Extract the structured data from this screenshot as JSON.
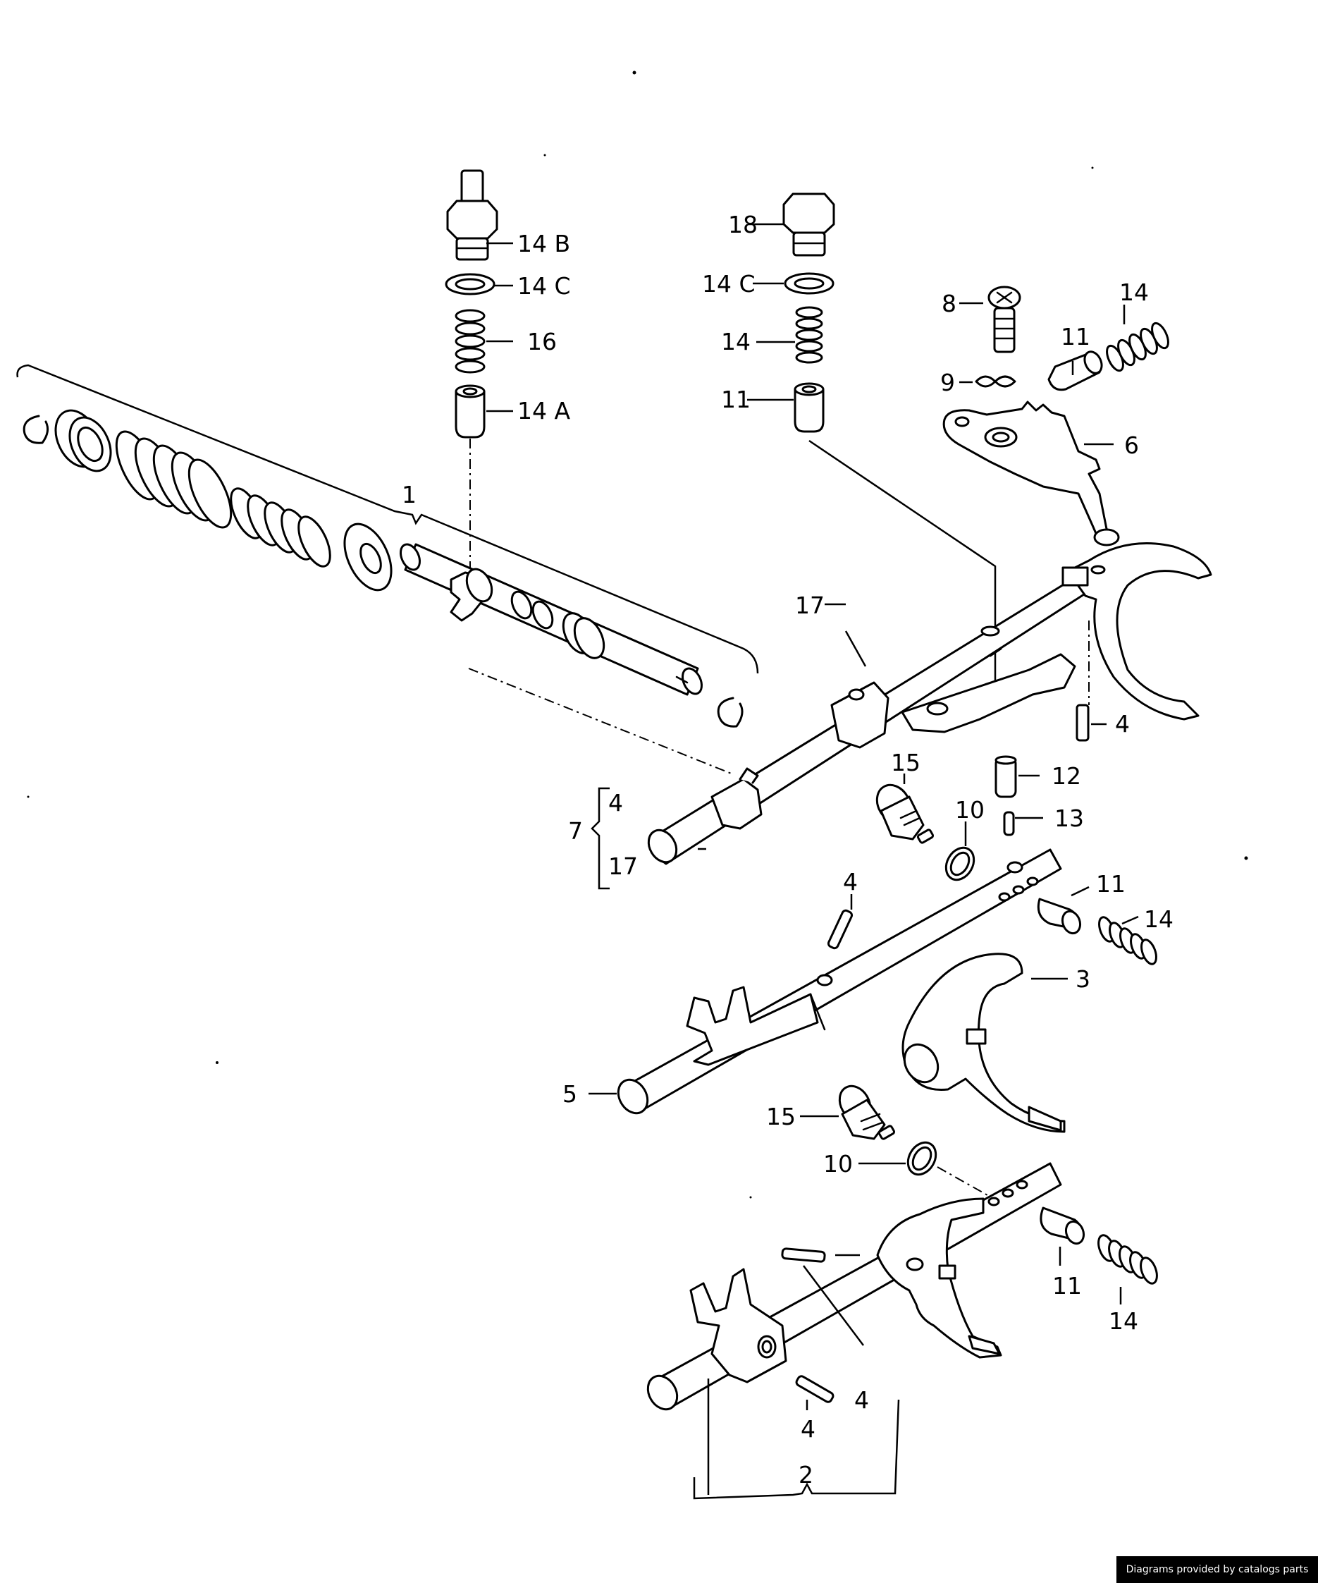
{
  "callouts": {
    "c1": "1",
    "c2": "2",
    "c3": "3",
    "c4a": "4",
    "c4b": "4",
    "c4c": "4",
    "c4d": "4",
    "c4e": "4",
    "c5": "5",
    "c6": "6",
    "c7": "7",
    "c8": "8",
    "c9": "9",
    "c10a": "10",
    "c10b": "10",
    "c11a": "11",
    "c11b": "11",
    "c11c": "11",
    "c11d": "11",
    "c12": "12",
    "c13": "13",
    "c14a": "14",
    "c14b": "14",
    "c14c": "14",
    "c14d": "14",
    "c14A": "14 A",
    "c14B": "14 B",
    "c14Ca": "14 C",
    "c14Cb": "14 C",
    "c15a": "15",
    "c15b": "15",
    "c16": "16",
    "c17a": "17",
    "c17b": "17",
    "c18": "18"
  },
  "credit": "Diagrams provided by catalogs parts"
}
